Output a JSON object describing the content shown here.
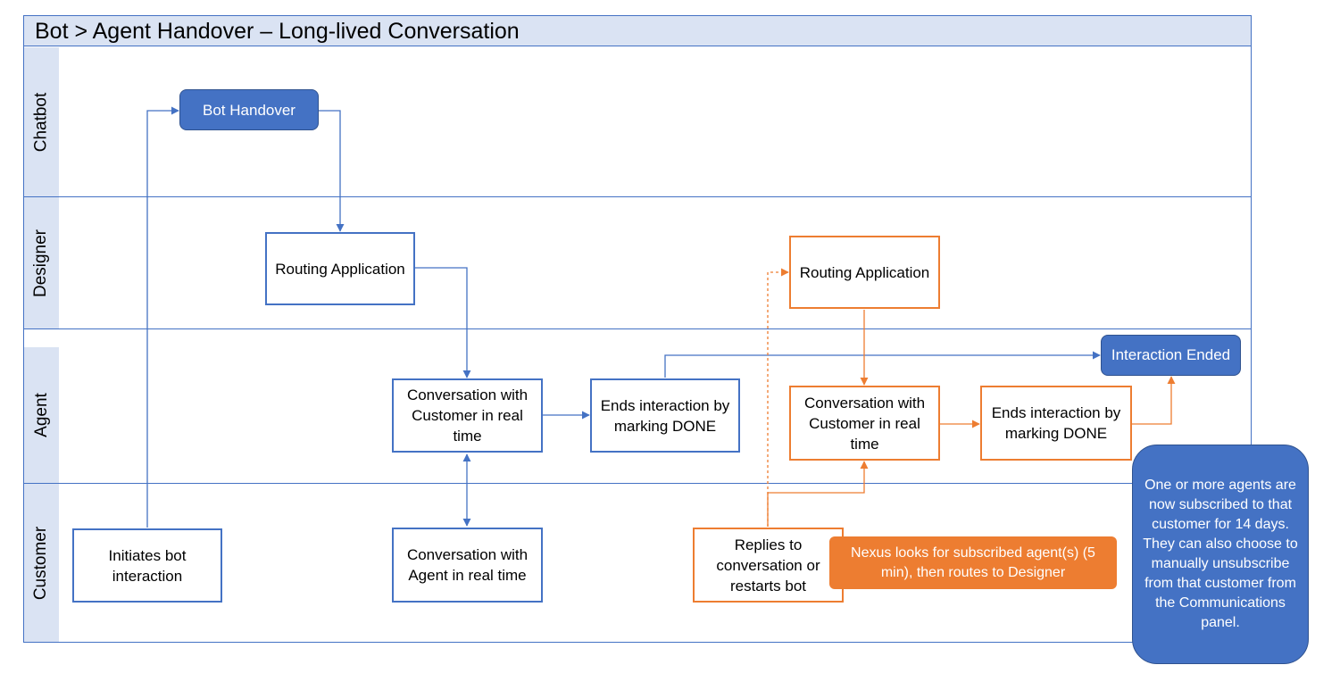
{
  "title": "Bot > Agent Handover – Long-lived Conversation",
  "lanes": {
    "chatbot": "Chatbot",
    "designer": "Designer",
    "agent": "Agent",
    "customer": "Customer"
  },
  "nodes": {
    "bot_handover": "Bot Handover",
    "routing_app_1": "Routing Application",
    "conversation_customer_1": "Conversation with Customer in real time",
    "ends_interaction_1": "Ends interaction by marking DONE",
    "interaction_ended": "Interaction Ended",
    "routing_app_2": "Routing Application",
    "conversation_customer_2": "Conversation with Customer in real time",
    "ends_interaction_2": "Ends interaction by marking DONE",
    "initiates_bot": "Initiates bot interaction",
    "conversation_agent": "Conversation with Agent in real time",
    "replies_conversation": "Replies to conversation or restarts bot",
    "nexus_note": "Nexus looks for subscribed agent(s) (5 min), then routes to Designer"
  },
  "callout": "One or more agents are now subscribed to that customer for 14 days. They can also choose to manually unsubscribe from that customer from the Communications panel.",
  "colors": {
    "blue": "#4472c4",
    "orange": "#ed7d31",
    "lane_fill": "#dae3f3"
  }
}
